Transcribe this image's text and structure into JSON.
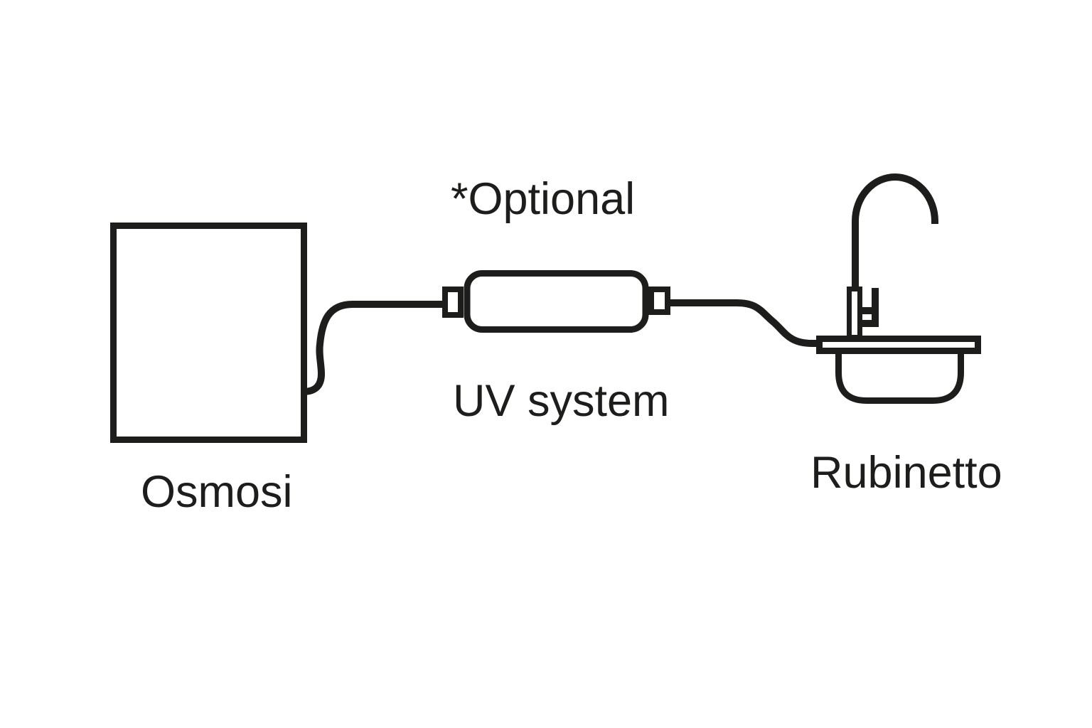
{
  "diagram": {
    "labels": {
      "osmosi": "Osmosi",
      "optional": "*Optional",
      "uv_system": "UV system",
      "rubinetto": "Rubinetto"
    },
    "nodes": [
      {
        "id": "osmosi",
        "label": "Osmosi",
        "shape": "box"
      },
      {
        "id": "uv-system",
        "label": "UV system",
        "annotation": "*Optional",
        "shape": "inline-capsule-filter"
      },
      {
        "id": "rubinetto",
        "label": "Rubinetto",
        "shape": "faucet-with-sink"
      }
    ],
    "connections": [
      {
        "from": "osmosi",
        "to": "uv-system",
        "style": "curved-tube"
      },
      {
        "from": "uv-system",
        "to": "rubinetto",
        "style": "curved-tube"
      }
    ],
    "colors": {
      "line": "#1d1d1b",
      "background": "#ffffff"
    }
  }
}
